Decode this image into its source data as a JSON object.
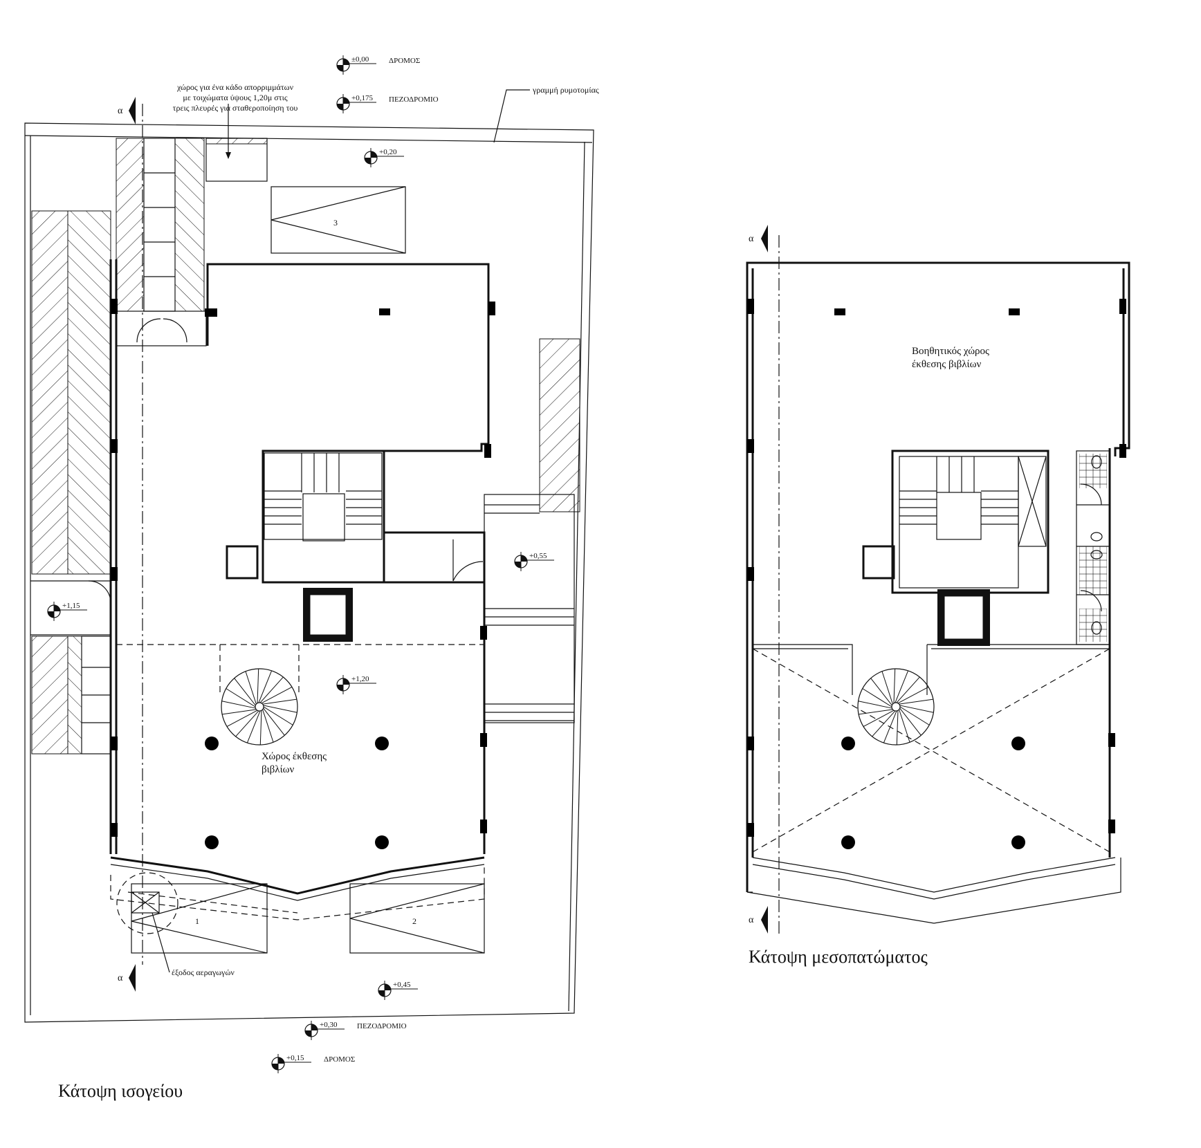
{
  "ground_floor": {
    "title": "Κάτοψη ισογείου",
    "room_exhibition_line1": "Χώρος έκθεσης",
    "room_exhibition_line2": "βιβλίων",
    "bin_note_line1": "χώρος για ένα κάδο απορριμμάτων",
    "bin_note_line2": "με τοιχώματα ύψους 1,20μ στις",
    "bin_note_line3": "τρεις πλευρές για σταθεροποίηση του",
    "alignment_line_label": "γραμμή ρυμοτομίας",
    "exhaust_label": "έξοδος αεραγωγών",
    "levels": [
      {
        "value": "±0,00",
        "label": "ΔΡΟΜΟΣ"
      },
      {
        "value": "+0,175",
        "label": "ΠΕΖΟΔΡΟΜΙΟ"
      },
      {
        "value": "+0,20",
        "label": ""
      },
      {
        "value": "+0,55",
        "label": ""
      },
      {
        "value": "+1,15",
        "label": ""
      },
      {
        "value": "+1,20",
        "label": ""
      },
      {
        "value": "+0,45",
        "label": ""
      },
      {
        "value": "+0,30",
        "label": "ΠΕΖΟΔΡΟΜΙΟ"
      },
      {
        "value": "+0,15",
        "label": "ΔΡΟΜΟΣ"
      }
    ],
    "parking_numbers": [
      "1",
      "2",
      "3"
    ],
    "section_mark": "α"
  },
  "mezzanine": {
    "title": "Κάτοψη μεσοπατώματος",
    "room_aux_line1": "Βοηθητικός χώρος",
    "room_aux_line2": "έκθεσης βιβλίων",
    "section_mark": "α"
  }
}
